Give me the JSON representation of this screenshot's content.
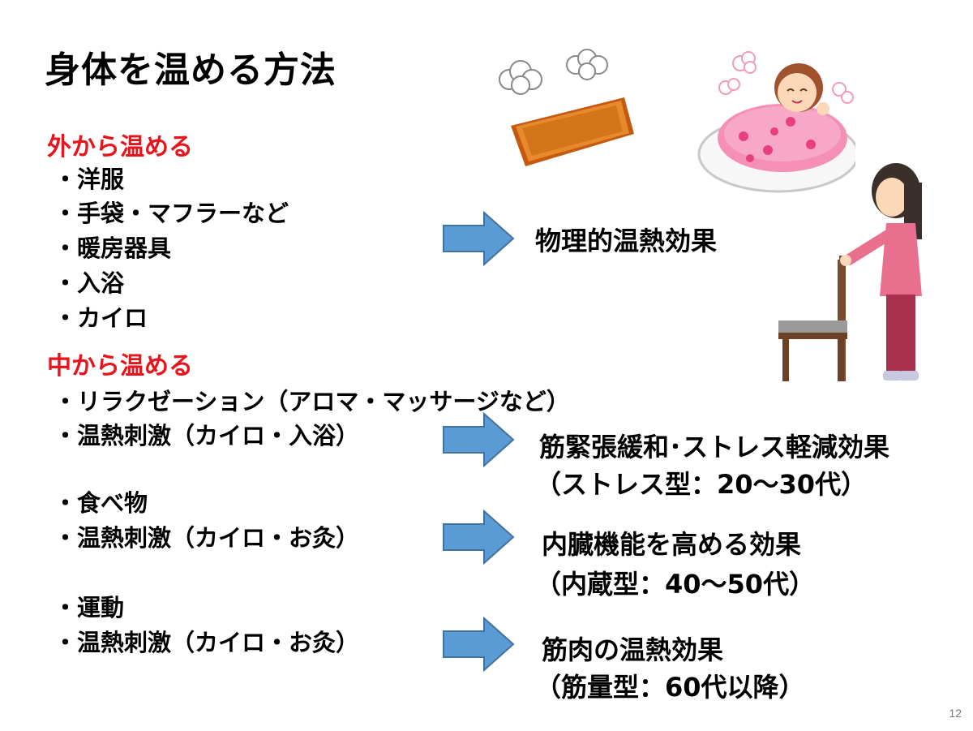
{
  "title": "身体を温める方法",
  "outside": {
    "heading": "外から温める",
    "items": [
      "・洋服",
      "・手袋・マフラーなど",
      "・暖房器具",
      "・入浴",
      "・カイロ"
    ],
    "effect": "物理的温熱効果"
  },
  "inside": {
    "heading": "中から温める",
    "groups": [
      {
        "items": [
          "・リラクゼーション（アロマ・マッサージなど）",
          "・温熱刺激（カイロ・入浴）"
        ],
        "effect": "筋緊張緩和･ストレス軽減効果",
        "type": "（ストレス型：20～30代）"
      },
      {
        "items": [
          "・食べ物",
          "・温熱刺激（カイロ・お灸）"
        ],
        "effect": "内臓機能を高める効果",
        "type": "（内蔵型：40～50代）"
      },
      {
        "items": [
          "・運動",
          "・温熱刺激（カイロ・お灸）"
        ],
        "effect": "筋肉の温熱効果",
        "type": "（筋量型：60代以降）"
      }
    ]
  },
  "page_number": "12",
  "colors": {
    "heading": "#e8141b",
    "arrow": "#5b9bd5",
    "arrow_border": "#41719c"
  }
}
